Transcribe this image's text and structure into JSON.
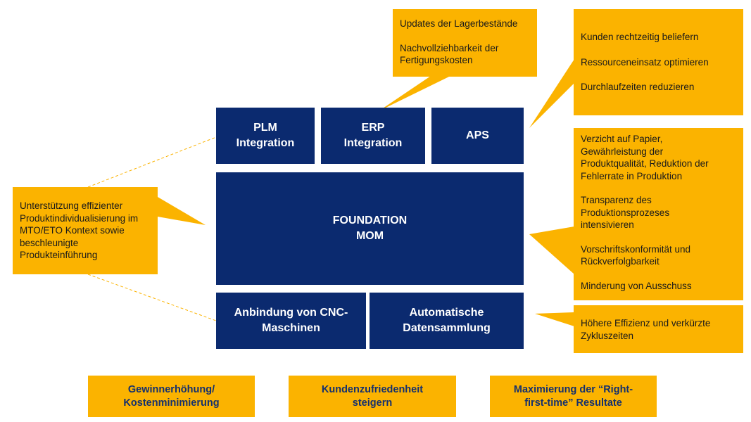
{
  "modules": {
    "plm": "PLM\nIntegration",
    "erp": "ERP\nIntegration",
    "aps": "APS",
    "foundation": "FOUNDATION\nMOM",
    "cnc": "Anbindung von CNC-\nMaschinen",
    "daten": "Automatische\nDatensammlung"
  },
  "callouts": {
    "erp": [
      "Updates der Lagerbestände",
      "Nachvollziehbarkeit der\nFertigungskosten"
    ],
    "aps": [
      "Kunden rechtzeitig beliefern",
      "Ressourceneinsatz optimieren",
      "Durchlaufzeiten reduzieren"
    ],
    "left": "Unterstützung effizienter\nProduktindividualisierung im\nMTO/ETO Kontext sowie\nbeschleunigte\nProdukteinführung",
    "foundation": [
      "Verzicht auf Papier,\nGewährleistung der\nProduktqualität, Reduktion der\nFehlerrate in Produktion",
      "Transparenz des\nProduktionsprozeses\nintensivieren",
      "Vorschriftskonformität und\nRückverfolgbarkeit",
      "Minderung von Ausschuss"
    ],
    "daten": "Höhere Effizienz und verkürzte\nZykluszeiten"
  },
  "goals": [
    "Gewinnerhöhung/\nKostenminimierung",
    "Kundenzufriedenheit\nsteigern",
    "Maximierung der “Right-\nfirst-time” Resultate"
  ],
  "colors": {
    "navy": "#0b2a6f",
    "callout": "#fbb300",
    "goal_text": "#14306e",
    "dash": "#fbb300"
  }
}
